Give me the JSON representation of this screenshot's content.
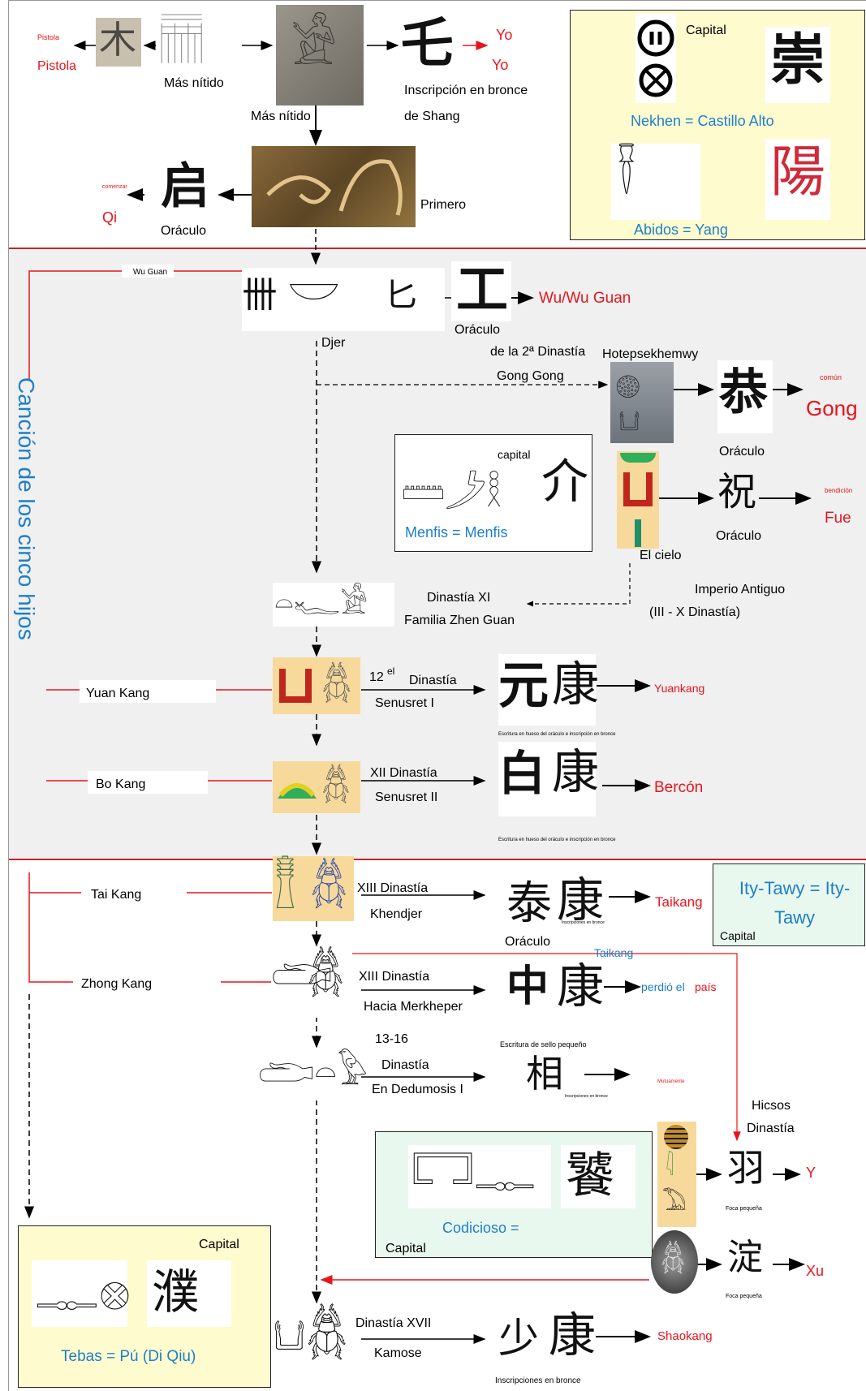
{
  "top": {
    "pistola_small": "Pistola",
    "pistola": "Pistola",
    "mas_nitido_1": "Más nítido",
    "mas_nitido_2": "Más nítido",
    "yo_1": "Yo",
    "yo_2": "Yo",
    "bronce_line1": "Inscripción en bronce",
    "bronce_line2": "de Shang",
    "comenzar": "comenzar",
    "qi": "Qi",
    "oraculo": "Oráculo",
    "primero": "Primero"
  },
  "capital_box": {
    "capital": "Capital",
    "nekhen": "Nekhen = Castillo Alto",
    "abidos": "Abidos = Yang"
  },
  "section2": {
    "wu_guan_small": "Wu Guan",
    "djer": "Djer",
    "oraculo_wu": "Oráculo",
    "wu_guan": "Wu/Wu Guan",
    "second_dynasty": "de la 2ª Dinastía",
    "hotepsekhemwy": "Hotepsekhemwy",
    "gong_gong": "Gong Gong",
    "comun": "común",
    "gong": "Gong",
    "oraculo_gong": "Oráculo",
    "memphis_capital": "capital",
    "menfis": "Menfis = Menfis",
    "bendicion": "bendición",
    "fue": "Fue",
    "oraculo_fue": "Oráculo",
    "el_cielo": "El cielo",
    "vertical_title": "Canción de los cinco hijos",
    "dinastia_xi": "Dinastía XI",
    "familia": "Familia Zhen Guan",
    "imperio": "Imperio Antiguo",
    "imperio_range": "(III - X Dinastía)",
    "yuan_kang": "Yuan Kang",
    "twelfth_num": "12",
    "twelfth_sup": "el",
    "dinastia": "Dinastía",
    "senusret1": "Senusret I",
    "yuankang": "Yuankang",
    "escritura1": "Escritura en hueso del oráculo e inscripción en bronce",
    "bo_kang": "Bo Kang",
    "xii_dinastia": "XII Dinastía",
    "senusret2": "Senusret II",
    "bercon": "Bercón",
    "escritura2": "Escritura en hueso del oráculo e inscripción en bronce"
  },
  "section3": {
    "tai_kang": "Tai Kang",
    "xiii_1": "XIII Dinastía",
    "khendjer": "Khendjer",
    "inscripciones_small": "Inscripciones en bronce",
    "taikang": "Taikang",
    "oraculo_tai": "Oráculo",
    "ity_tawy": "Ity-Tawy = Ity-Tawy",
    "ity_capital": "Capital",
    "zhong_kang": "Zhong Kang",
    "xiii_2": "XIII Dinastía",
    "merkheper": "Hacia Merkheper",
    "taikang_blue": "Taikang",
    "perdio_1": "perdió el",
    "perdio_2": "país",
    "sello": "Escritura de sello pequeño",
    "range_13_16": "13-16",
    "dinastia_2": "Dinastía",
    "dedumosis": "En Dedumosis I",
    "mutuamente": "Mutuamente",
    "inscripciones_small2": "Inscripciones en bronce",
    "hicsos": "Hicsos",
    "hicsos_din": "Dinastía",
    "codicioso": "Codicioso =",
    "cod_capital": "Capital",
    "y": "Y",
    "foca1": "Foca pequeña",
    "xu": "Xu",
    "foca2": "Foca pequeña",
    "tebas_capital": "Capital",
    "tebas": "Tebas = Pú (Di Qiu)",
    "dinastia_xvii": "Dinastía XVII",
    "kamose": "Kamose",
    "shaokang": "Shaokang",
    "inscripciones_bronce": "Inscripciones en bronce"
  },
  "colors": {
    "red": "#e8141c",
    "blue": "#1e7fc8",
    "yellow_box": "#fefccf",
    "mint_box": "#e9f8ee",
    "gray_band": "#f0f0f0"
  }
}
